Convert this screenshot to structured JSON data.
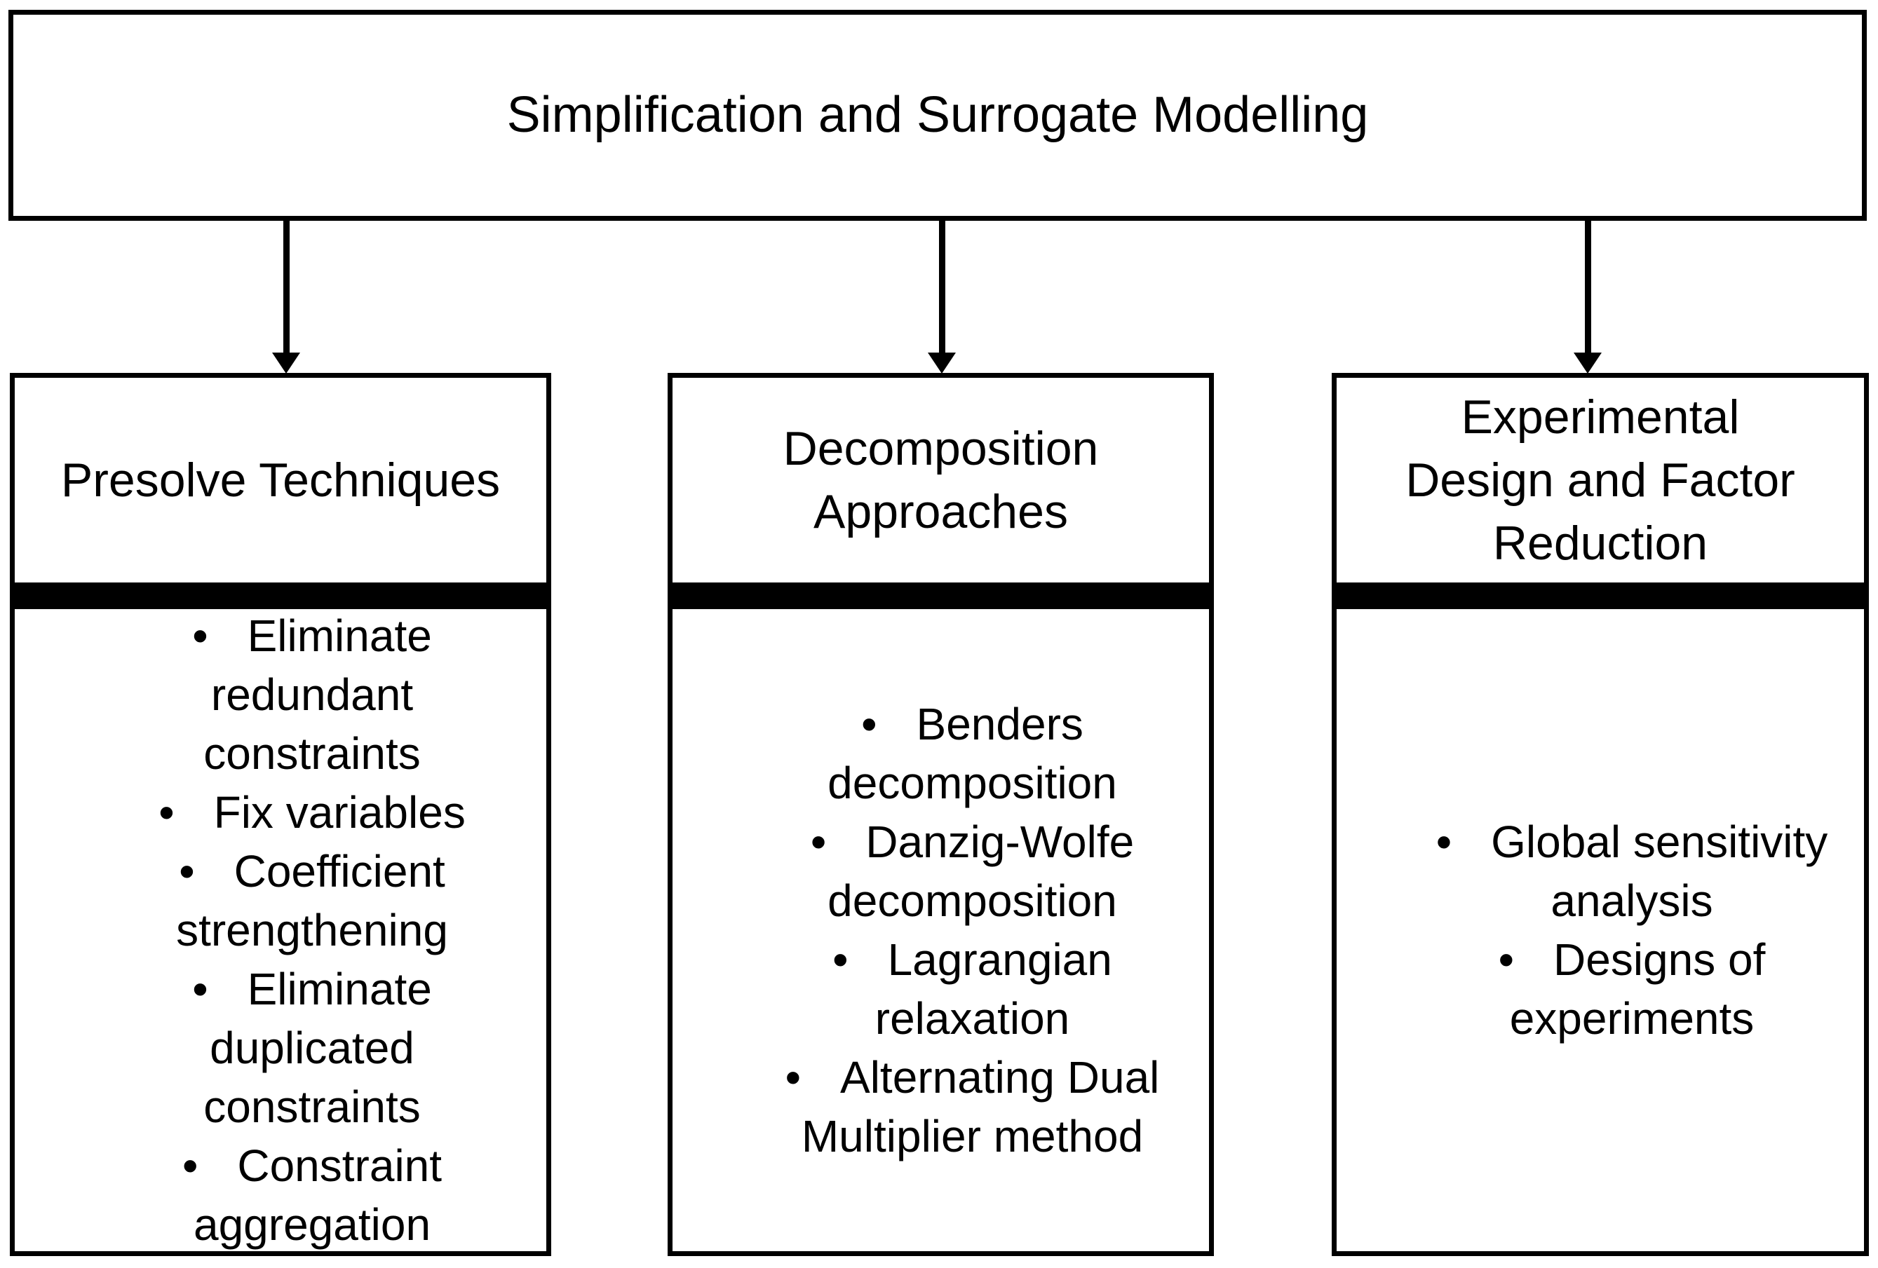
{
  "root": {
    "title": "Simplification and Surrogate Modelling"
  },
  "bullet_char": "•",
  "colors": {
    "background": "#ffffff",
    "border": "#000000",
    "divider_bar": "#000000",
    "text": "#000000"
  },
  "boxes": [
    {
      "id": "presolve-techniques",
      "header": "Presolve Techniques",
      "items": [
        "Eliminate\nredundant\nconstraints",
        "Fix variables",
        "Coefficient\nstrengthening",
        "Eliminate\nduplicated\nconstraints",
        "Constraint\naggregation"
      ]
    },
    {
      "id": "decomposition-approaches",
      "header": "Decomposition\nApproaches",
      "items": [
        "Benders\ndecomposition",
        "Danzig-Wolfe\ndecomposition",
        "Lagrangian\nrelaxation",
        "Alternating Dual\nMultiplier method"
      ]
    },
    {
      "id": "experimental-design-and-factor-reduction",
      "header": "Experimental\nDesign and Factor\nReduction",
      "items": [
        "Global sensitivity\nanalysis",
        "Designs of\nexperiments"
      ]
    }
  ]
}
